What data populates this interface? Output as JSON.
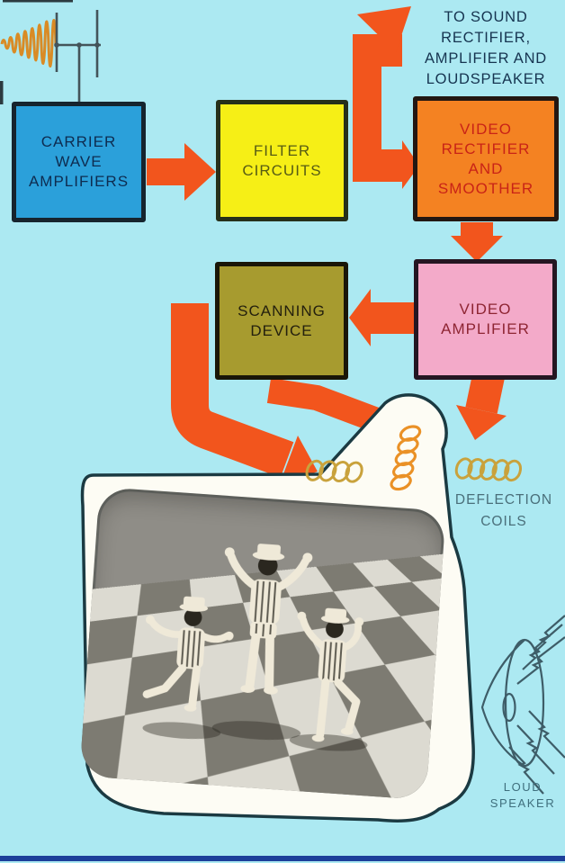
{
  "palette": {
    "background": "#ace9f2",
    "arrow": "#f2551d",
    "outline": "#1b3a42",
    "wave": "#d98b25",
    "antenna": "#43545a",
    "coil_gold": "#c9a23c",
    "coil_orange": "#ea9126",
    "bottom_bar": "#1d3f9a",
    "tube_fill": "#fdfcf4"
  },
  "boxes": [
    {
      "id": "carrier-wave-amplifiers",
      "lines": [
        "CARRIER",
        "WAVE",
        "AMPLIFIERS"
      ],
      "fill": "#2ba0da",
      "border": "#16242e",
      "text_color": "#0e2c50"
    },
    {
      "id": "filter-circuits",
      "lines": [
        "FILTER",
        "CIRCUITS"
      ],
      "fill": "#f6ef16",
      "border": "#26301a",
      "text_color": "#575c14"
    },
    {
      "id": "video-rectifier-and-smoother",
      "lines": [
        "VIDEO",
        "RECTIFIER",
        "AND",
        "SMOOTHER"
      ],
      "fill": "#f48222",
      "border": "#231712",
      "text_color": "#c92317"
    },
    {
      "id": "scanning-device",
      "lines": [
        "SCANNING",
        "DEVICE"
      ],
      "fill": "#a79b2f",
      "border": "#191608",
      "text_color": "#24200e"
    },
    {
      "id": "video-amplifier",
      "lines": [
        "VIDEO",
        "AMPLIFIER"
      ],
      "fill": "#f3aac9",
      "border": "#241622",
      "text_color": "#8e2533"
    }
  ],
  "labels": {
    "to_sound": {
      "lines": [
        "TO SOUND",
        "RECTIFIER,",
        "AMPLIFIER AND",
        "LOUDSPEAKER"
      ],
      "color": "#163450"
    },
    "deflection_coils": {
      "lines": [
        "DEFLECTION",
        "COILS"
      ],
      "color": "#4a6f7a"
    },
    "loud_speaker": {
      "lines": [
        "LOUD",
        "SPEAKER"
      ],
      "color": "#3f6f7d"
    }
  }
}
